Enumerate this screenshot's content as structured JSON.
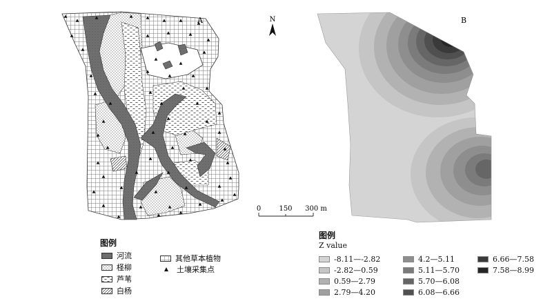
{
  "panels": {
    "a_label": "A",
    "b_label": "B"
  },
  "north": {
    "label": "N"
  },
  "scale_bar": {
    "ticks": [
      "0",
      "150",
      "300 m"
    ]
  },
  "legend_a": {
    "title": "图例",
    "items": [
      {
        "label": "河流",
        "pattern": "river"
      },
      {
        "label": "柽柳",
        "pattern": "tamarisk"
      },
      {
        "label": "芦苇",
        "pattern": "reed"
      },
      {
        "label": "白杨",
        "pattern": "poplar"
      },
      {
        "label": "其他草本植物",
        "pattern": "herb"
      },
      {
        "label": "土壤采集点",
        "pattern": "sample-point"
      }
    ]
  },
  "legend_b": {
    "title": "图例",
    "subtitle": "Z value",
    "classes": [
      {
        "label": "-8.11—-2.82",
        "color": "#d4d4d4"
      },
      {
        "label": "-2.82—0.59",
        "color": "#c5c5c5"
      },
      {
        "label": "0.59—2.79",
        "color": "#b2b2b2"
      },
      {
        "label": "2.79—4.20",
        "color": "#a0a0a0"
      },
      {
        "label": "4.2—5.11",
        "color": "#8e8e8e"
      },
      {
        "label": "5.11—5.70",
        "color": "#7b7b7b"
      },
      {
        "label": "5.70—6.08",
        "color": "#666666"
      },
      {
        "label": "6.08—6.66",
        "color": "#505050"
      },
      {
        "label": "6.66—7.58",
        "color": "#3a3a3a"
      },
      {
        "label": "7.58—8.99",
        "color": "#262626"
      }
    ]
  }
}
